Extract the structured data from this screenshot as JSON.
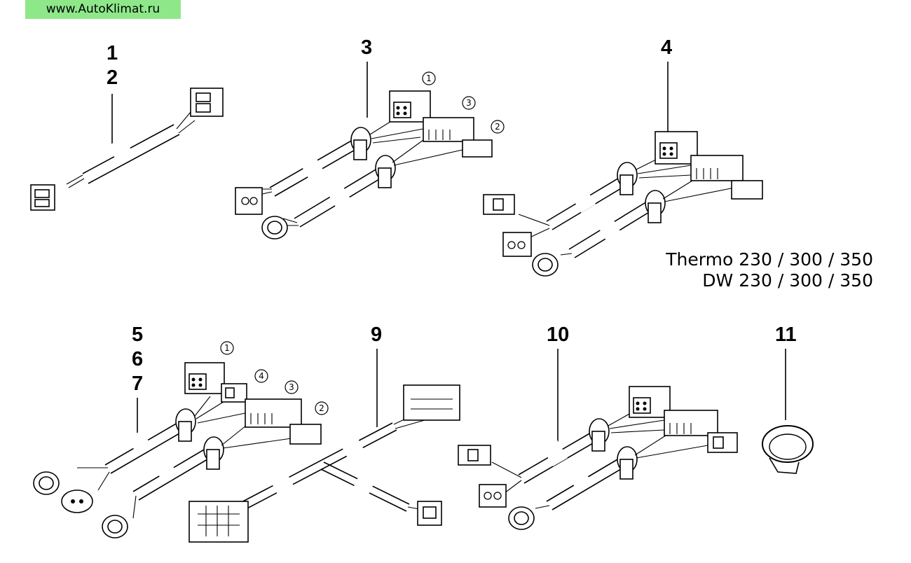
{
  "watermark": "www.AutoKlimat.ru",
  "labels": {
    "n1": "1",
    "n2": "2",
    "n3": "3",
    "n4": "4",
    "n5": "5",
    "n6": "6",
    "n7": "7",
    "n9": "9",
    "n10": "10",
    "n11": "11"
  },
  "callouts": {
    "c3_1": "1",
    "c3_2": "2",
    "c3_3": "3",
    "c5_1": "1",
    "c5_2": "2",
    "c5_3": "3",
    "c5_4": "4"
  },
  "models": {
    "line1": "Thermo 230 / 300 / 350",
    "line2": "DW 230 / 300 / 350"
  }
}
